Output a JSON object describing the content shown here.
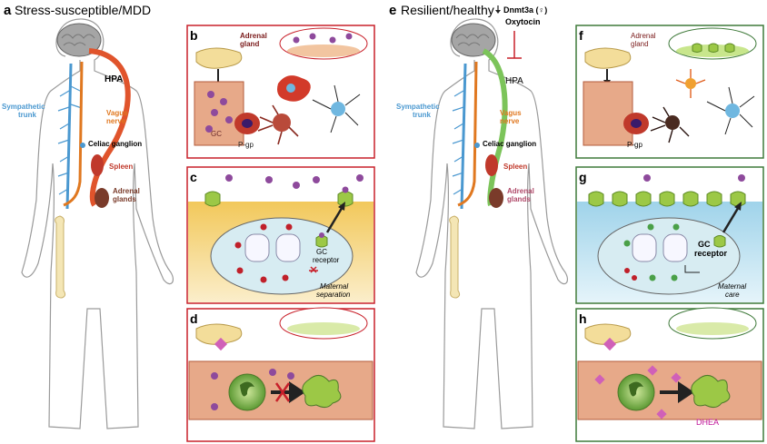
{
  "colors": {
    "red_panel_border": "#c8202a",
    "green_panel_border": "#3f7a3a",
    "hpa_red": "#e0542c",
    "hpa_green": "#7cc45a",
    "sympathetic_blue": "#4a98d0",
    "vagus_orange": "#e07820",
    "spleen_red": "#c0392b",
    "adrenal_brown": "#7a3b2a",
    "vessel_fill": "#e7a989",
    "glucocorticoid_purple": "#8e4a9c",
    "receptor_green": "#9cc846",
    "dhea_pink": "#d060b8",
    "female_magenta": "#c0179a"
  },
  "icons": {
    "brain": "brain-icon",
    "adrenal_gland": "adrenal-gland-icon",
    "microglia": "microglia-icon",
    "neuron": "neuron-icon",
    "astrocyte": "astrocyte-icon",
    "monocyte": "monocyte-icon",
    "gc_receptor": "receptor-icon",
    "dna_nucleosome": "nucleosome-icon",
    "female_symbol": "female-symbol-icon",
    "bone": "femur-icon"
  },
  "panels": {
    "a": {
      "letter": "a",
      "title": "Stress-susceptible/MDD"
    },
    "b": {
      "letter": "b",
      "adrenal_gland": "Adrenal gland",
      "gc": "GC",
      "pgp": "P-gp"
    },
    "c": {
      "letter": "c",
      "gc_receptor": "GC receptor",
      "maternal_separation": "Maternal separation"
    },
    "d": {
      "letter": "d"
    },
    "e": {
      "letter": "e",
      "title": "Resilient/healthy",
      "dnmt3a": "Dnmt3a (♀)",
      "oxytocin": "Oxytocin",
      "hpa": "HPA"
    },
    "f": {
      "letter": "f",
      "adrenal_gland": "Adrenal gland",
      "pgp": "P-gp"
    },
    "g": {
      "letter": "g",
      "gc_receptor": "GC receptor",
      "maternal_care": "Maternal care"
    },
    "h": {
      "letter": "h",
      "dhea": "DHEA"
    }
  },
  "body_labels": {
    "hpa": "HPA",
    "sympathetic_trunk": "Sympathetic trunk",
    "vagus_nerve": "Vagus nerve",
    "celiac_ganglion": "Celiac ganglion",
    "spleen": "Spleen",
    "adrenal_glands": "Adrenal glands"
  }
}
